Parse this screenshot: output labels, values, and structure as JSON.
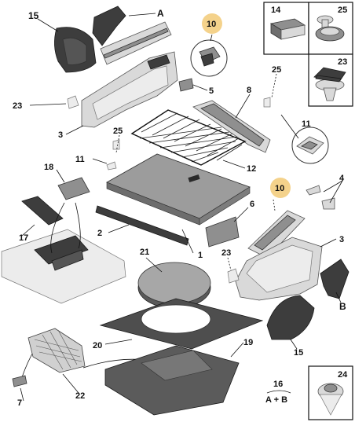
{
  "labels": {
    "l15a": "15",
    "lA": "A",
    "l10a": "10",
    "l14": "14",
    "l25a": "25",
    "l23a": "23",
    "l5": "5",
    "l25b": "25",
    "l8": "8",
    "l23b": "23",
    "l3a": "3",
    "l25c": "25",
    "l11a": "11",
    "l11b": "11",
    "l12": "12",
    "l18": "18",
    "l10b": "10",
    "l4": "4",
    "l6": "6",
    "l17": "17",
    "l2": "2",
    "l3b": "3",
    "l21": "21",
    "l23c": "23",
    "l1": "1",
    "lB": "B",
    "l20": "20",
    "l19": "19",
    "l15b": "15",
    "l7": "7",
    "l22": "22",
    "l16": "16",
    "l16sub": "A + B",
    "l24": "24"
  },
  "colors": {
    "highlight": "#f4d28b",
    "dark_part": "#3d3d3d",
    "mid_part": "#8f8f8f",
    "light_part": "#d9d9d9"
  },
  "icons": [
    "fastener-clip-icon",
    "push-pin-icon",
    "foam-block-icon",
    "luggage-net-icon"
  ]
}
